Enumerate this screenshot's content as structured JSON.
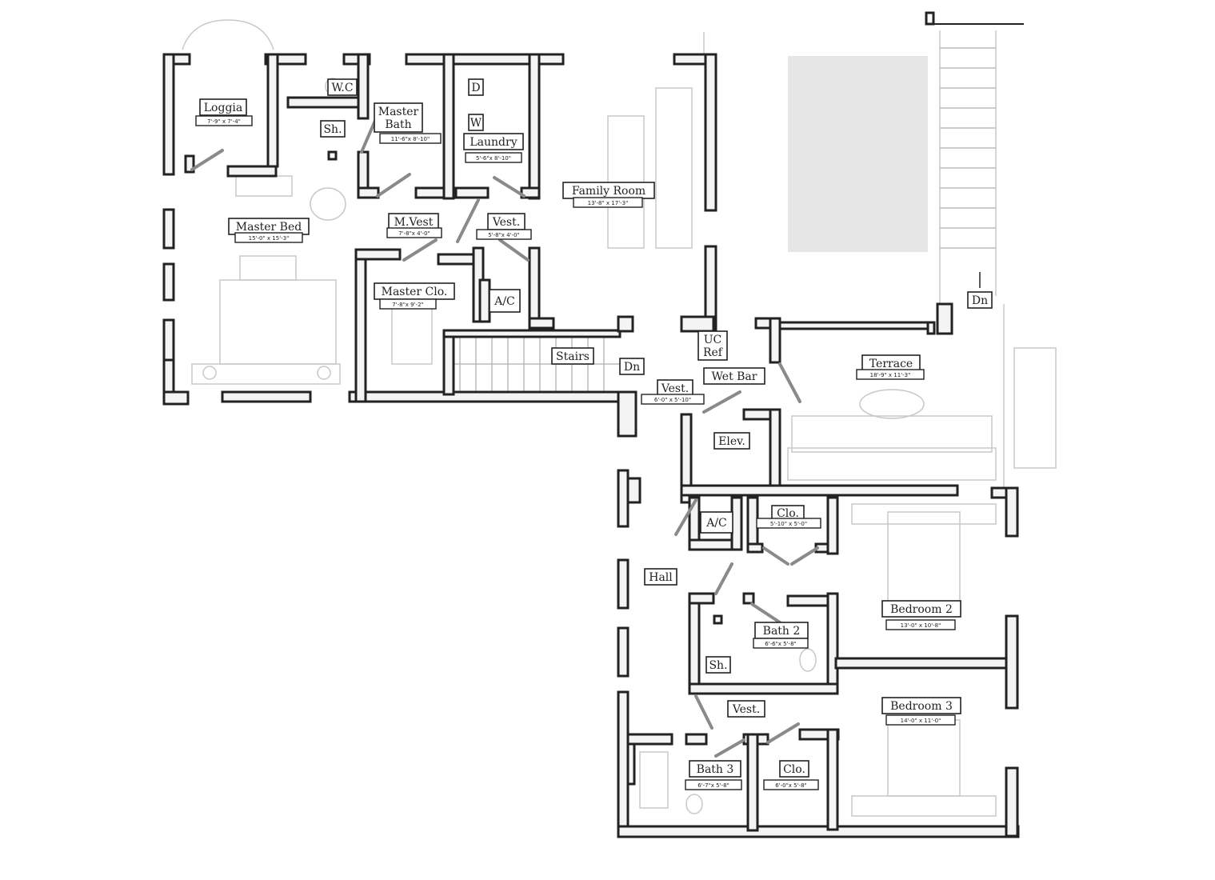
{
  "colors": {
    "wall": "#222222",
    "fixture": "#c8c8c8",
    "door": "#8a8a8a",
    "pool": "#e6e6e6"
  },
  "rooms": {
    "loggia": {
      "name": "Loggia",
      "dim": "7'-9\" x 7'-4\""
    },
    "wc": {
      "name": "W.C"
    },
    "master_bath_line1": {
      "name": "Master"
    },
    "master_bath_line2": {
      "name": "Bath",
      "dim": "11'-6\"x 8'-10\""
    },
    "sh1": {
      "name": "Sh."
    },
    "d": {
      "name": "D"
    },
    "w": {
      "name": "W"
    },
    "laundry": {
      "name": "Laundry",
      "dim": "5'-6\"x 8'-10\""
    },
    "family_room": {
      "name": "Family Room",
      "dim": "13'-8\" x 17'-3\""
    },
    "master_bed": {
      "name": "Master Bed",
      "dim": "15'-0\" x 15'-3\""
    },
    "m_vest": {
      "name": "M.Vest",
      "dim": "7'-8\"x 4'-0\""
    },
    "vest1": {
      "name": "Vest.",
      "dim": "5'-8\"x 4'-0\""
    },
    "master_clo": {
      "name": "Master Clo.",
      "dim": "7'-8\"x 9'-2\""
    },
    "ac1": {
      "name": "A/C"
    },
    "stairs": {
      "name": "Stairs"
    },
    "dn1": {
      "name": "Dn"
    },
    "uc_ref_line1": {
      "name": "UC"
    },
    "uc_ref_line2": {
      "name": "Ref"
    },
    "wet_bar": {
      "name": "Wet Bar"
    },
    "vest2": {
      "name": "Vest.",
      "dim": "6'-0\" x 5'-10\""
    },
    "terrace": {
      "name": "Terrace",
      "dim": "18'-9\" x 11'-3\""
    },
    "dn2": {
      "name": "Dn"
    },
    "elev": {
      "name": "Elev."
    },
    "ac2": {
      "name": "A/C"
    },
    "clo1": {
      "name": "Clo.",
      "dim": "5'-10\" x 5'-0\""
    },
    "hall": {
      "name": "Hall"
    },
    "bedroom2": {
      "name": "Bedroom 2",
      "dim": "13'-0\" x 10'-8\""
    },
    "bath2": {
      "name": "Bath 2",
      "dim": "6'-6\"x 5'-8\""
    },
    "sh2": {
      "name": "Sh."
    },
    "vest3": {
      "name": "Vest."
    },
    "bedroom3": {
      "name": "Bedroom 3",
      "dim": "14'-0\" x 11'-0\""
    },
    "bath3": {
      "name": "Bath 3",
      "dim": "6'-7\"x 5'-8\""
    },
    "clo2": {
      "name": "Clo.",
      "dim": "6'-0\"x 5'-8\""
    }
  }
}
